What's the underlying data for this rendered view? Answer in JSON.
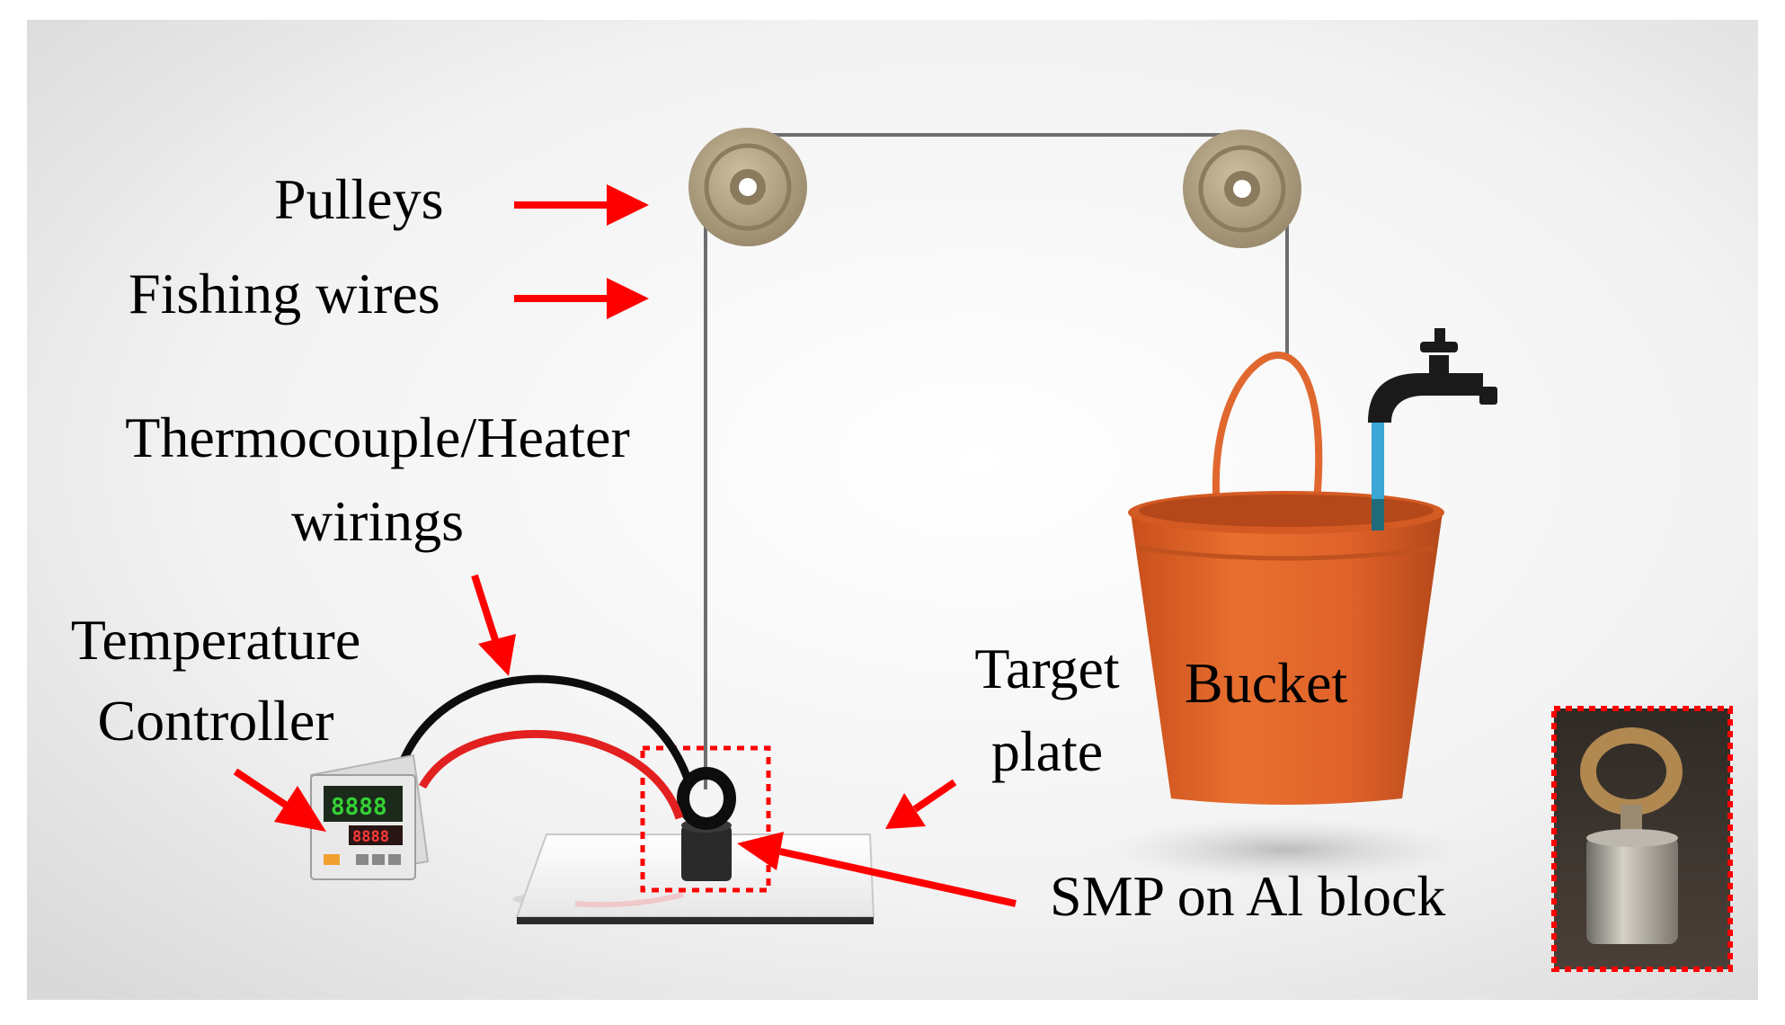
{
  "labels": {
    "pulleys": "Pulleys",
    "fishing_wires": "Fishing wires",
    "thermocouple_line1": "Thermocouple/Heater",
    "thermocouple_line2": "wirings",
    "temperature_line1": "Temperature",
    "temperature_line2": "Controller",
    "target_line1": "Target",
    "target_line2": "plate",
    "bucket": "Bucket",
    "smp": "SMP on Al block"
  },
  "controller": {
    "display_top": "8888",
    "display_bottom": "8888"
  },
  "colors": {
    "arrow": "#ff0000",
    "bucket": "#e0622a",
    "pulley": "#b5a58a",
    "water": "#3aa7d6"
  }
}
